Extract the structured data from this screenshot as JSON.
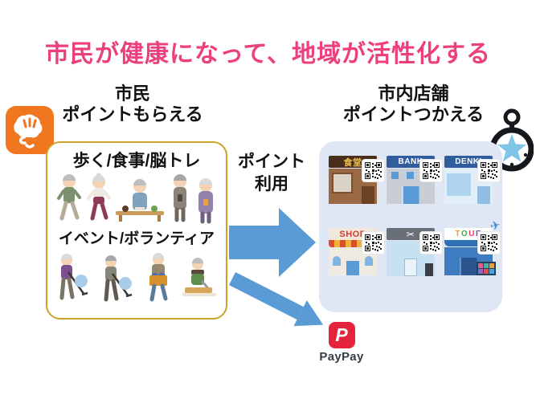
{
  "title": "市民が健康になって、地域が活性化する",
  "left_section": {
    "heading_line1": "市民",
    "heading_line2": "ポイントもらえる",
    "app_icon": "brain-training-app-icon",
    "activity_box": {
      "row1_label": "歩く/食事/脳トレ",
      "row1_illustrations": [
        "walking-elderly-man",
        "walking-elderly-woman",
        "elderly-man-eating-meal",
        "elderly-man-standing",
        "elderly-woman-standing"
      ],
      "row2_label": "イベント/ボランティア",
      "row2_illustrations": [
        "elderly-woman-litter-picking",
        "elderly-man-litter-picking",
        "elderly-woman-carrying-basket",
        "elderly-person-cooking"
      ]
    }
  },
  "center": {
    "arrow_label_line1": "ポイント",
    "arrow_label_line2": "利用",
    "main_arrow_icon": "right-arrow",
    "secondary_arrow_icon": "down-right-arrow"
  },
  "right_section": {
    "heading_line1": "市内店舗",
    "heading_line2": "ポイントつかえる",
    "medal_icon": "star-medal-icon",
    "shops": [
      {
        "label": "食堂",
        "type": "restaurant",
        "qr_icon": "qr-code-icon"
      },
      {
        "label": "BANK",
        "type": "bank",
        "qr_icon": "qr-code-icon"
      },
      {
        "label": "DENKI",
        "type": "electronics-store",
        "qr_icon": "qr-code-icon"
      },
      {
        "label": "SHOP",
        "type": "general-shop",
        "qr_icon": "qr-code-icon"
      },
      {
        "label": "✂",
        "type": "hair-salon",
        "qr_icon": "qr-code-icon"
      },
      {
        "label": "TOUR",
        "letters": [
          "T",
          "O",
          "U",
          "R"
        ],
        "type": "travel-agency",
        "plane_icon": "airplane-icon",
        "qr_icon": "qr-code-icon"
      }
    ]
  },
  "paypay": {
    "logo_letter": "P",
    "label": "PayPay"
  },
  "colors": {
    "title_pink": "#EC3F7D",
    "arrow_blue": "#5B9BD5",
    "left_box_border_gold": "#C9A227",
    "right_box_bg": "#DEE7F3",
    "app_icon_orange": "#F0761F",
    "medal_star_blue": "#7EC5E8",
    "paypay_red": "#E5243B"
  }
}
